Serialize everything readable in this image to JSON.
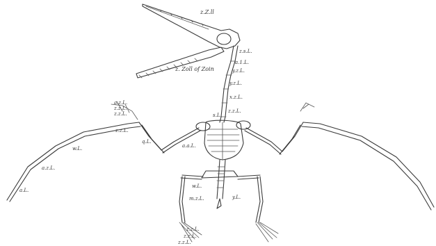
{
  "plate": {
    "labels": {
      "skull_top": "z.Z.ll",
      "skull_lower": "z. Zoll of Zoin",
      "neck_1": "z.s.L.",
      "neck_2": "a.1.L.",
      "neck_3": "y.z.L.",
      "neck_4": "y.z.L.",
      "neck_5": "x.z.L.",
      "neck_6": "z.z.L.",
      "shoulder": "s.L.",
      "left_hand_a": "a.z.L.",
      "left_hand_b": "z.z.L.",
      "left_hand_c": "z.z.L.",
      "left_wrist": "z.z.L.",
      "left_forearm": "q.L.",
      "left_humerus": "a.a.L.",
      "left_wing_1": "w.L.",
      "left_wing_2": "a.z.L.",
      "left_wing_3": "a.L.",
      "hip_1": "w.L.",
      "hip_2": "m.z.L.",
      "tail": "y.L.",
      "foot_1": "z.z.L.",
      "foot_2": "z.z.L.",
      "foot_3": "z.z.L."
    }
  }
}
